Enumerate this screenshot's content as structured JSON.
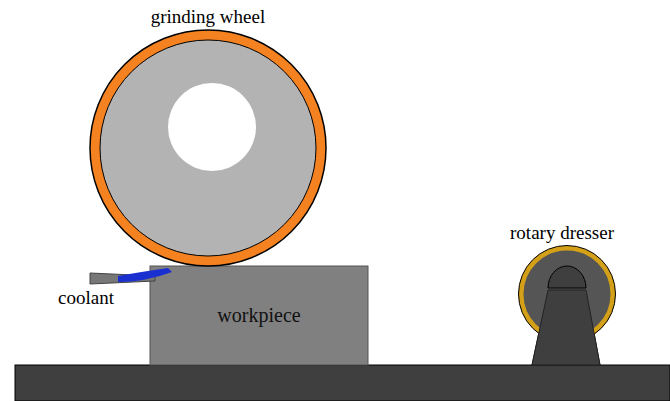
{
  "diagram": {
    "nodes": [
      {
        "text": [
          "workpiece"
        ]
      }
    ],
    "labels": [
      "grinding wheel",
      "coolant",
      "rotary dresser"
    ]
  }
}
